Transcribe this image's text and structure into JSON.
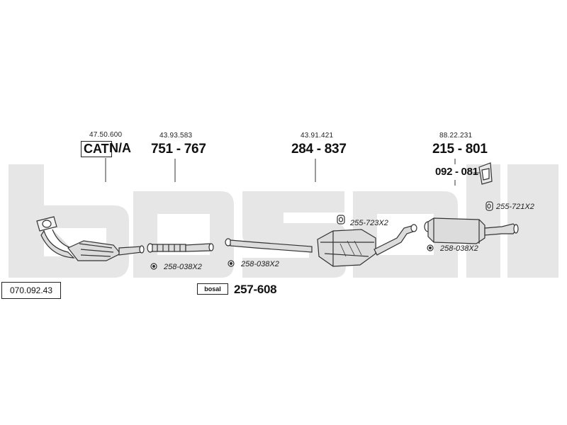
{
  "catalog_number": "070.092.43",
  "watermark_text": "bosal",
  "brand_label": "bosal",
  "colors": {
    "watermark": "#e6e6e6",
    "line": "#333333",
    "part_fill": "#dcdcdc"
  },
  "sections": [
    {
      "ref": "47.50.600",
      "cat_label": "CAT",
      "part": "N/A"
    },
    {
      "ref": "43.93.583",
      "part": "751 - 767"
    },
    {
      "ref": "43.91.421",
      "part": "284 - 837"
    },
    {
      "ref": "88.22.231",
      "part": "215 - 801",
      "sub_part": "092 - 081"
    }
  ],
  "accessories": [
    {
      "label": "258-038X2"
    },
    {
      "label": "258-038X2"
    },
    {
      "label": "255-723X2"
    },
    {
      "label": "258-038X2"
    },
    {
      "label": "255-721X2"
    }
  ],
  "mounting_kit": "257-608"
}
